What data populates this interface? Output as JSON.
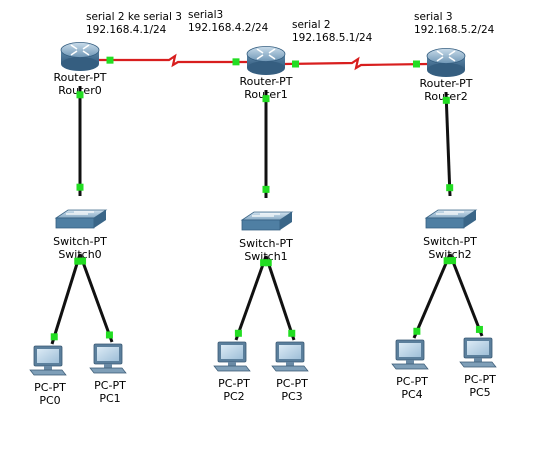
{
  "routers": [
    {
      "id": "r0",
      "type": "Router-PT",
      "name": "Router0"
    },
    {
      "id": "r1",
      "type": "Router-PT",
      "name": "Router1"
    },
    {
      "id": "r2",
      "type": "Router-PT",
      "name": "Router2"
    }
  ],
  "switches": [
    {
      "id": "s0",
      "type": "Switch-PT",
      "name": "Switch0"
    },
    {
      "id": "s1",
      "type": "Switch-PT",
      "name": "Switch1"
    },
    {
      "id": "s2",
      "type": "Switch-PT",
      "name": "Switch2"
    }
  ],
  "pcs": [
    {
      "id": "pc0",
      "type": "PC-PT",
      "name": "PC0"
    },
    {
      "id": "pc1",
      "type": "PC-PT",
      "name": "PC1"
    },
    {
      "id": "pc2",
      "type": "PC-PT",
      "name": "PC2"
    },
    {
      "id": "pc3",
      "type": "PC-PT",
      "name": "PC3"
    },
    {
      "id": "pc4",
      "type": "PC-PT",
      "name": "PC4"
    },
    {
      "id": "pc5",
      "type": "PC-PT",
      "name": "PC5"
    }
  ],
  "interface_labels": [
    {
      "id": "r0-serial",
      "line1": "serial 2 ke serial 3",
      "line2": "192.168.4.1/24"
    },
    {
      "id": "r1-serial3",
      "line1": "serial3",
      "line2": "192.168.4.2/24"
    },
    {
      "id": "r1-serial2",
      "line1": "serial 2",
      "line2": "192.168.5.1/24"
    },
    {
      "id": "r2-serial3",
      "line1": "serial 3",
      "line2": "192.168.5.2/24"
    }
  ],
  "links": [
    {
      "from": "r0",
      "to": "r1",
      "kind": "serial"
    },
    {
      "from": "r1",
      "to": "r2",
      "kind": "serial"
    },
    {
      "from": "r0",
      "to": "s0",
      "kind": "ethernet"
    },
    {
      "from": "r1",
      "to": "s1",
      "kind": "ethernet"
    },
    {
      "from": "r2",
      "to": "s2",
      "kind": "ethernet"
    },
    {
      "from": "s0",
      "to": "pc0",
      "kind": "ethernet"
    },
    {
      "from": "s0",
      "to": "pc1",
      "kind": "ethernet"
    },
    {
      "from": "s1",
      "to": "pc2",
      "kind": "ethernet"
    },
    {
      "from": "s1",
      "to": "pc3",
      "kind": "ethernet"
    },
    {
      "from": "s2",
      "to": "pc4",
      "kind": "ethernet"
    },
    {
      "from": "s2",
      "to": "pc5",
      "kind": "ethernet"
    }
  ],
  "colors": {
    "serial_link": "#d81e1e",
    "ethernet_link": "#111111",
    "link_status": "#22dd22",
    "device_body": "#4f7fa3",
    "device_light": "#a9c8de",
    "pc_screen": "#b9d3e6"
  }
}
